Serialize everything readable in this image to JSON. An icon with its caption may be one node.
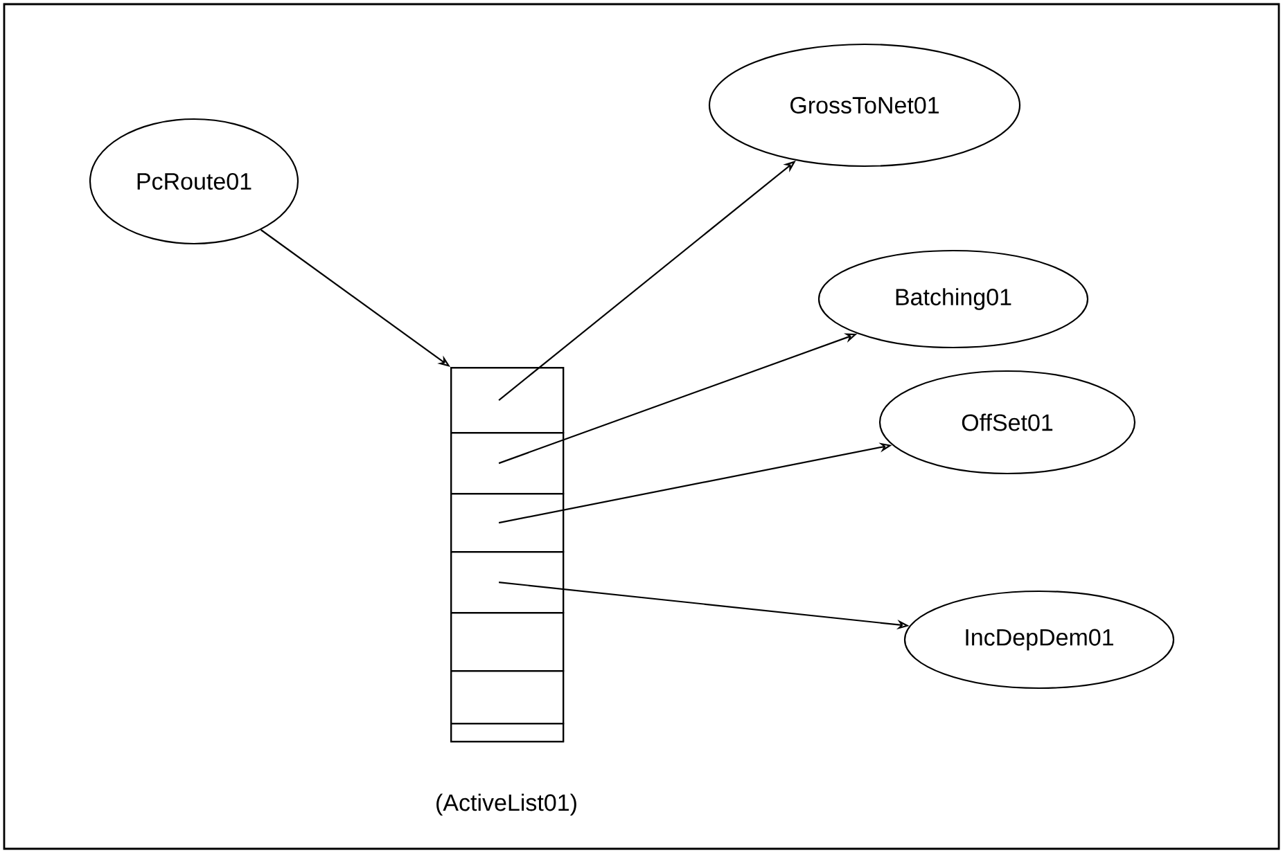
{
  "diagram": {
    "nodes": [
      {
        "text": [
          "PcRoute01"
        ]
      },
      {
        "text": [
          "GrossToNet01"
        ]
      },
      {
        "text": [
          "Batching01"
        ]
      },
      {
        "text": [
          "OffSet01"
        ]
      },
      {
        "text": [
          "IncDepDem01"
        ]
      },
      {
        "text": [],
        "shape": "box",
        "beside": [
          "(ActiveList01)"
        ]
      },
      {
        "text": [],
        "shape": "box",
        "in": 5
      },
      {
        "text": [],
        "shape": "box",
        "in": 5
      },
      {
        "text": [],
        "shape": "box",
        "in": 5
      },
      {
        "text": [],
        "shape": "box",
        "in": 5
      },
      {
        "text": [],
        "shape": "box",
        "in": 5
      },
      {
        "text": [],
        "shape": "box",
        "in": 5
      },
      {
        "text": [],
        "shape": "box",
        "in": 5
      }
    ],
    "edges": [
      {
        "from": 0,
        "to": 5,
        "arrow": "to"
      },
      {
        "from": 6,
        "to": 1,
        "arrow": "to"
      },
      {
        "from": 7,
        "to": 2,
        "arrow": "to"
      },
      {
        "from": 8,
        "to": 3,
        "arrow": "to"
      },
      {
        "from": 9,
        "to": 4,
        "arrow": "to"
      }
    ]
  }
}
